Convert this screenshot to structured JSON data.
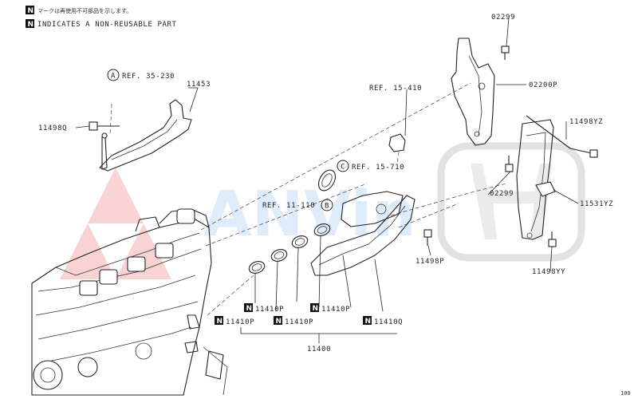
{
  "header": {
    "note_jp": "マークは再使用不可部品を示します。",
    "note_en": "INDICATES A NON-REUSABLE PART",
    "nonreusable_symbol": "N"
  },
  "callouts": {
    "ref_a": {
      "letter": "A",
      "text": "REF. 35-230"
    },
    "ref_c": {
      "letter": "C",
      "text": "REF. 15-710"
    },
    "ref_b": {
      "letter": "B",
      "text": "REF. 11-110",
      "prefix": "REF. 11-110"
    },
    "ref_15_410": "REF. 15-410"
  },
  "parts": {
    "p11453": "11453",
    "p11498q": "11498Q",
    "p02299_top": "02299",
    "p02200p": "02200P",
    "p11498yz": "11498YZ",
    "p02299_mid": "02299",
    "p11531yz": "11531YZ",
    "p11498p": "11498P",
    "p11498yy": "11498YY",
    "p11410p_1": "11410P",
    "p11410p_2": "11410P",
    "p11410p_3": "11410P",
    "p11410p_4": "11410P",
    "p11410q": "11410Q",
    "p11400": "11400"
  },
  "page_code": "100",
  "watermarks": {
    "brand_text": "ANVin",
    "colors": {
      "red": "#e83a3a",
      "blue": "#3a8fe8",
      "gray": "#b8b8b8"
    }
  }
}
